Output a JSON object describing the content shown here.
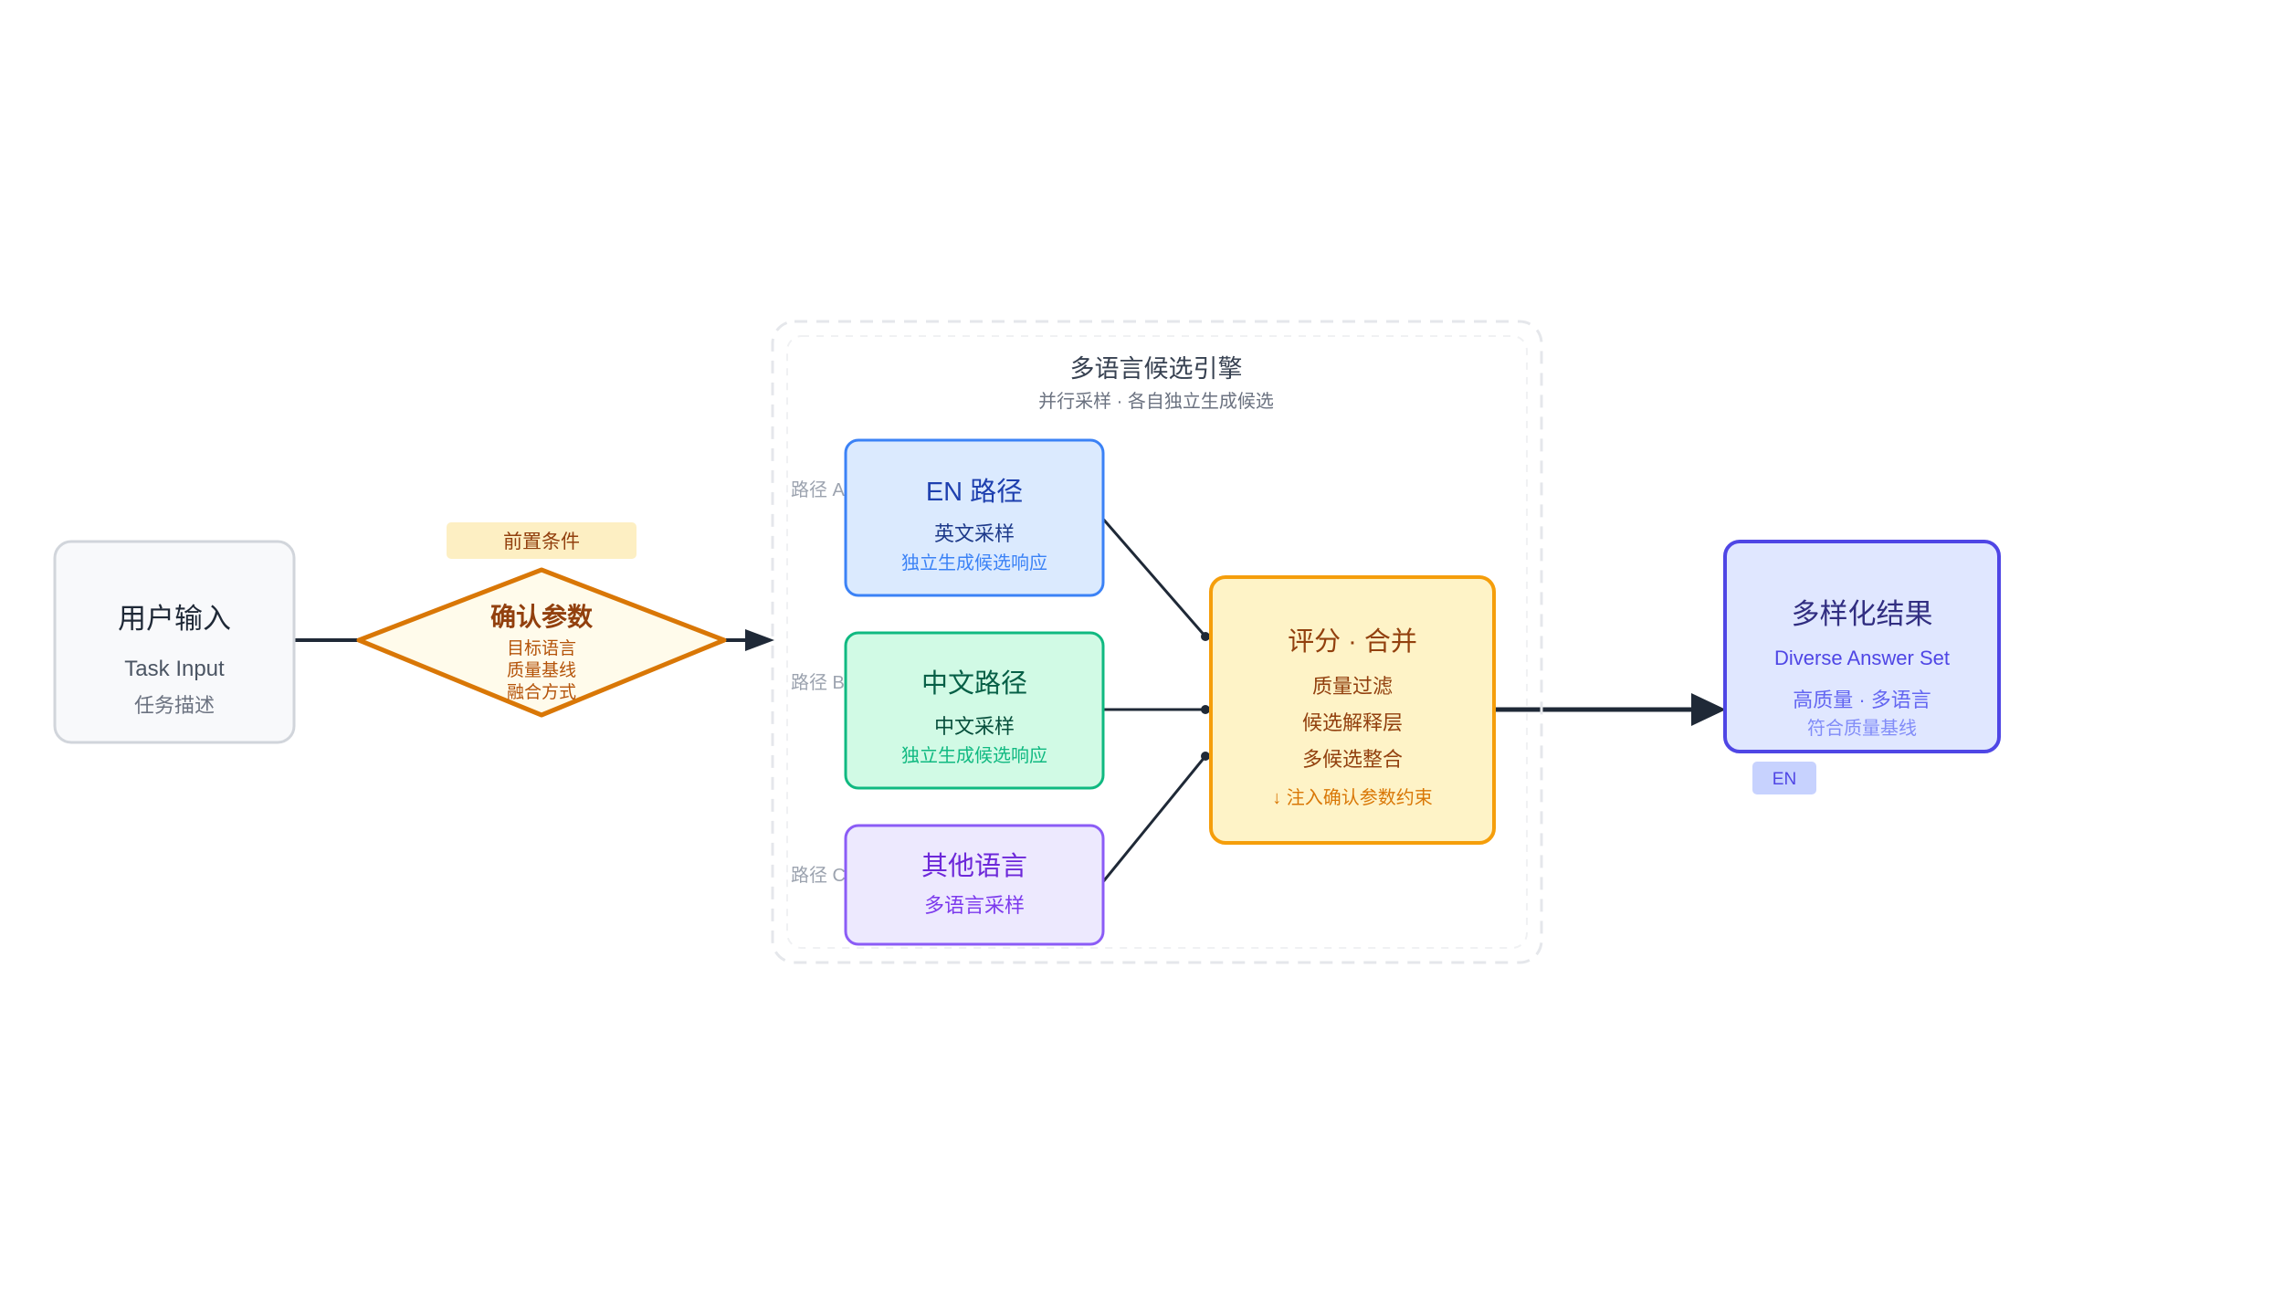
{
  "input": {
    "title": "用户输入",
    "subtitle": "Task Input",
    "desc": "任务描述"
  },
  "precondition": {
    "tag": "前置条件",
    "title": "确认参数",
    "lines": [
      "目标语言",
      "质量基线",
      "融合方式"
    ]
  },
  "engine": {
    "title": "多语言候选引擎",
    "subtitle": "并行采样 · 各自独立生成候选",
    "paths": [
      {
        "tag": "路径 A",
        "title": "EN 路径",
        "line1": "英文采样",
        "line2": "独立生成候选响应"
      },
      {
        "tag": "路径 B",
        "title": "中文路径",
        "line1": "中文采样",
        "line2": "独立生成候选响应"
      },
      {
        "tag": "路径 C",
        "title": "其他语言",
        "line1": "多语言采样"
      }
    ]
  },
  "merge": {
    "title": "评分 · 合并",
    "lines": [
      "质量过滤",
      "候选解释层",
      "多候选整合"
    ],
    "note": "↓ 注入确认参数约束"
  },
  "result": {
    "title": "多样化结果",
    "subtitle": "Diverse Answer Set",
    "line1": "高质量 · 多语言",
    "line2": "符合质量基线",
    "badge": "EN"
  },
  "colors": {
    "input_border": "#d1d5db",
    "input_fill": "#f8f9fb",
    "diamond_border": "#d97706",
    "diamond_fill": "#fffbeb",
    "tag_fill": "#fdefc3",
    "en_border": "#3b82f6",
    "en_fill": "#dbeafe",
    "zh_border": "#10b981",
    "zh_fill": "#d1fae5",
    "other_border": "#8b5cf6",
    "other_fill": "#ede9fe",
    "merge_border": "#f59e0b",
    "merge_fill": "#fef3c7",
    "result_border": "#4f46e5",
    "result_fill": "#e0e7ff",
    "arrow": "#1f2937"
  }
}
